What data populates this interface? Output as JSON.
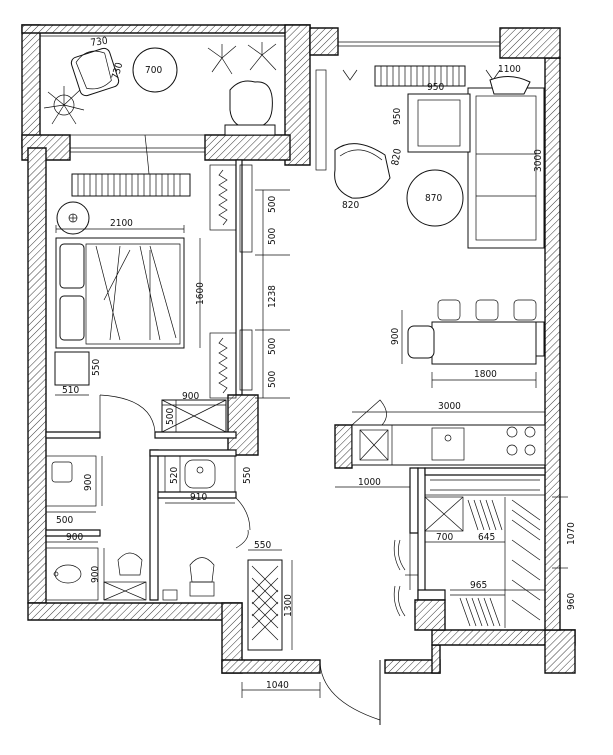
{
  "plan": {
    "dimensions": [
      {
        "id": "armchair-balcony-w",
        "text": "730"
      },
      {
        "id": "armchair-balcony-d",
        "text": "730"
      },
      {
        "id": "balcony-table",
        "text": "700"
      },
      {
        "id": "armchair-living-w",
        "text": "950"
      },
      {
        "id": "armchair-living-d",
        "text": "950"
      },
      {
        "id": "sofa-depth",
        "text": "1100"
      },
      {
        "id": "sofa-length",
        "text": "3000"
      },
      {
        "id": "chair-living-d",
        "text": "820"
      },
      {
        "id": "chair-living-w",
        "text": "820"
      },
      {
        "id": "coffee-table",
        "text": "870"
      },
      {
        "id": "bed-width",
        "text": "2100"
      },
      {
        "id": "bed-length",
        "text": "1600"
      },
      {
        "id": "wardrobe-1",
        "text": "500"
      },
      {
        "id": "wardrobe-2",
        "text": "500"
      },
      {
        "id": "wall-span",
        "text": "1238"
      },
      {
        "id": "wardrobe-3",
        "text": "500"
      },
      {
        "id": "wardrobe-4",
        "text": "500"
      },
      {
        "id": "nightstand-d",
        "text": "550"
      },
      {
        "id": "nightstand-w",
        "text": "510"
      },
      {
        "id": "dining-depth",
        "text": "900"
      },
      {
        "id": "dining-length",
        "text": "1800"
      },
      {
        "id": "kitchen-length",
        "text": "3000"
      },
      {
        "id": "shower-w",
        "text": "900"
      },
      {
        "id": "shower-d",
        "text": "500"
      },
      {
        "id": "sink-w",
        "text": "520"
      },
      {
        "id": "sink-d",
        "text": "550"
      },
      {
        "id": "bath-vanity-w",
        "text": "910"
      },
      {
        "id": "hall-cab-d",
        "text": "1000"
      },
      {
        "id": "laundry-d",
        "text": "900"
      },
      {
        "id": "laundry-w",
        "text": "500"
      },
      {
        "id": "wc1-w",
        "text": "900"
      },
      {
        "id": "wc1-d",
        "text": "900"
      },
      {
        "id": "bench-w",
        "text": "550"
      },
      {
        "id": "bench-l",
        "text": "1300"
      },
      {
        "id": "entry-w",
        "text": "1040"
      },
      {
        "id": "closet-a",
        "text": "700"
      },
      {
        "id": "closet-b",
        "text": "645"
      },
      {
        "id": "closet-h1",
        "text": "1070"
      },
      {
        "id": "closet-c",
        "text": "965"
      },
      {
        "id": "closet-h2",
        "text": "960"
      }
    ]
  }
}
